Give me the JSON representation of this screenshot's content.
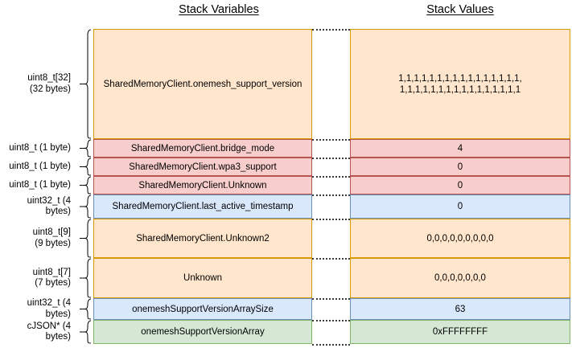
{
  "headers": {
    "variables": "Stack Variables",
    "values": "Stack Values"
  },
  "colors": {
    "orange_fill": "#ffe6cc",
    "orange_border": "#d79b00",
    "pink_fill": "#f8cecc",
    "pink_border": "#b85450",
    "blue_fill": "#dae8fc",
    "blue_border": "#6c8ebf",
    "green_fill": "#d5e8d4",
    "green_border": "#82b366",
    "background": "#ffffff",
    "text": "#000000"
  },
  "rows": [
    {
      "type_label": "uint8_t[32]",
      "size_label": "(32 bytes)",
      "name": "SharedMemoryClient.onemesh_support_version",
      "value": "1,1,1,1,1,1,1,1,1,1,1,1,1,1,1,1,\n1,1,1,1,1,1,1,1,1,1,1,1,1,1,1,1",
      "color": "orange"
    },
    {
      "type_label": "uint8_t (1 byte)",
      "size_label": "",
      "name": "SharedMemoryClient.bridge_mode",
      "value": "4",
      "color": "pink"
    },
    {
      "type_label": "uint8_t (1 byte)",
      "size_label": "",
      "name": "SharedMemoryClient.wpa3_support",
      "value": "0",
      "color": "pink"
    },
    {
      "type_label": "uint8_t (1 byte)",
      "size_label": "",
      "name": "SharedMemoryClient.Unknown",
      "value": "0",
      "color": "pink"
    },
    {
      "type_label": "uint32_t (4 bytes)",
      "size_label": "",
      "name": "SharedMemoryClient.last_active_timestamp",
      "value": "0",
      "color": "blue"
    },
    {
      "type_label": "uint8_t[9]",
      "size_label": "(9 bytes)",
      "name": "SharedMemoryClient.Unknown2",
      "value": "0,0,0,0,0,0,0,0,0",
      "color": "orange"
    },
    {
      "type_label": "uint8_t[7]",
      "size_label": "(7 bytes)",
      "name": "Unknown",
      "value": "0,0,0,0,0,0,0",
      "color": "orange"
    },
    {
      "type_label": "uint32_t (4 bytes)",
      "size_label": "",
      "name": "onemeshSupportVersionArraySize",
      "value": "63",
      "color": "blue"
    },
    {
      "type_label": "cJSON* (4 bytes)",
      "size_label": "",
      "name": "onemeshSupportVersionArray",
      "value": "0xFFFFFFFF",
      "color": "green"
    }
  ]
}
